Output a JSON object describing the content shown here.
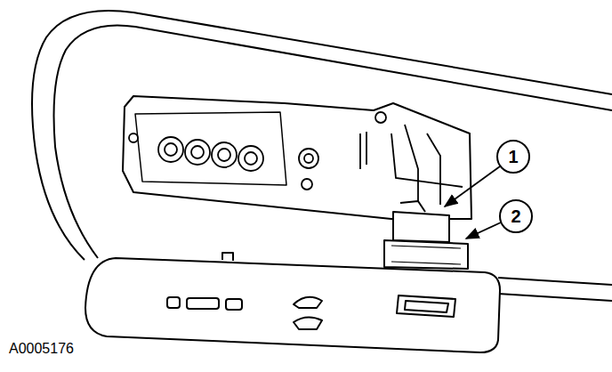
{
  "diagram": {
    "nodes": [
      {
        "text": [
          "1"
        ]
      },
      {
        "text": [
          "2"
        ]
      }
    ],
    "labels": [
      "A0005176"
    ]
  }
}
